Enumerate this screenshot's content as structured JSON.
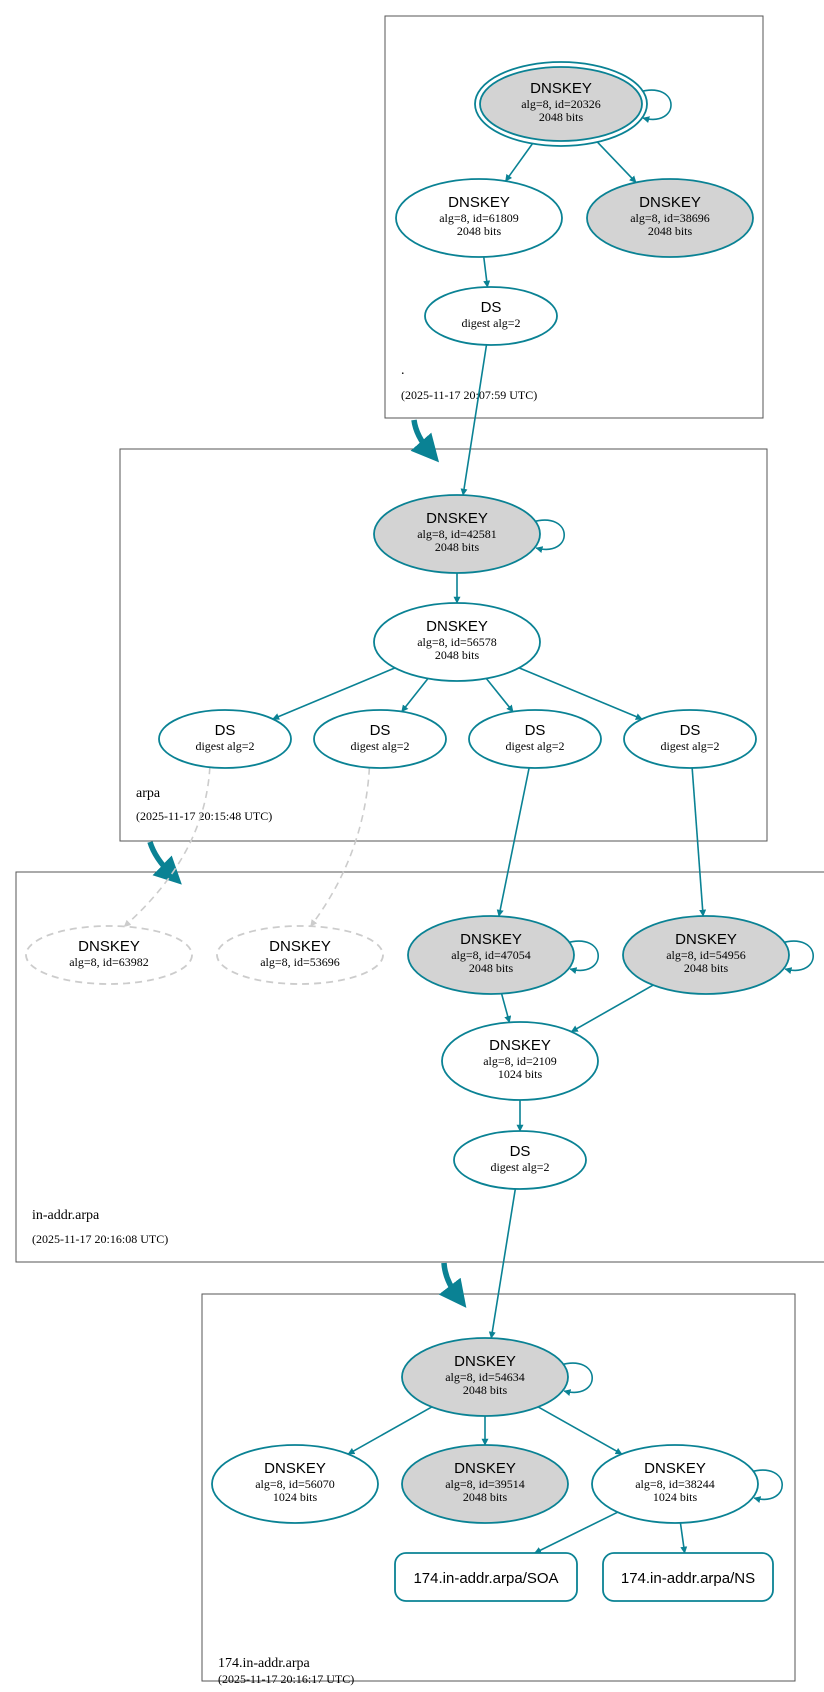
{
  "colors": {
    "secure_edge": "#0a8294",
    "insecure_edge": "#cccccc",
    "sep_key_fill": "#d3d3d3",
    "plain_fill": "#ffffff",
    "zone_border": "#555555"
  },
  "zones": [
    {
      "id": "root",
      "name": ".",
      "timestamp": "(2025-11-17 20:07:59 UTC)",
      "nodes": [
        {
          "id": "root_k20326",
          "type": "DNSKEY",
          "title": "DNSKEY",
          "lines": [
            "alg=8, id=20326",
            "2048 bits"
          ],
          "style": "trust-anchor",
          "self_loop": true
        },
        {
          "id": "root_k61809",
          "type": "DNSKEY",
          "title": "DNSKEY",
          "lines": [
            "alg=8, id=61809",
            "2048 bits"
          ],
          "style": "plain",
          "self_loop": false
        },
        {
          "id": "root_k38696",
          "type": "DNSKEY",
          "title": "DNSKEY",
          "lines": [
            "alg=8, id=38696",
            "2048 bits"
          ],
          "style": "sep",
          "self_loop": false
        },
        {
          "id": "root_ds",
          "type": "DS",
          "title": "DS",
          "lines": [
            "digest alg=2"
          ],
          "style": "plain",
          "self_loop": false
        }
      ]
    },
    {
      "id": "arpa",
      "name": "arpa",
      "timestamp": "(2025-11-17 20:15:48 UTC)",
      "nodes": [
        {
          "id": "arpa_k42581",
          "type": "DNSKEY",
          "title": "DNSKEY",
          "lines": [
            "alg=8, id=42581",
            "2048 bits"
          ],
          "style": "sep",
          "self_loop": true
        },
        {
          "id": "arpa_k56578",
          "type": "DNSKEY",
          "title": "DNSKEY",
          "lines": [
            "alg=8, id=56578",
            "2048 bits"
          ],
          "style": "plain",
          "self_loop": false
        },
        {
          "id": "arpa_ds1",
          "type": "DS",
          "title": "DS",
          "lines": [
            "digest alg=2"
          ],
          "style": "plain",
          "self_loop": false
        },
        {
          "id": "arpa_ds2",
          "type": "DS",
          "title": "DS",
          "lines": [
            "digest alg=2"
          ],
          "style": "plain",
          "self_loop": false
        },
        {
          "id": "arpa_ds3",
          "type": "DS",
          "title": "DS",
          "lines": [
            "digest alg=2"
          ],
          "style": "plain",
          "self_loop": false
        },
        {
          "id": "arpa_ds4",
          "type": "DS",
          "title": "DS",
          "lines": [
            "digest alg=2"
          ],
          "style": "plain",
          "self_loop": false
        }
      ]
    },
    {
      "id": "inaddr",
      "name": "in-addr.arpa",
      "timestamp": "(2025-11-17 20:16:08 UTC)",
      "nodes": [
        {
          "id": "ia_k63982",
          "type": "DNSKEY",
          "title": "DNSKEY",
          "lines": [
            "alg=8, id=63982"
          ],
          "style": "missing",
          "self_loop": false
        },
        {
          "id": "ia_k53696",
          "type": "DNSKEY",
          "title": "DNSKEY",
          "lines": [
            "alg=8, id=53696"
          ],
          "style": "missing",
          "self_loop": false
        },
        {
          "id": "ia_k47054",
          "type": "DNSKEY",
          "title": "DNSKEY",
          "lines": [
            "alg=8, id=47054",
            "2048 bits"
          ],
          "style": "sep",
          "self_loop": true
        },
        {
          "id": "ia_k54956",
          "type": "DNSKEY",
          "title": "DNSKEY",
          "lines": [
            "alg=8, id=54956",
            "2048 bits"
          ],
          "style": "sep",
          "self_loop": true
        },
        {
          "id": "ia_k2109",
          "type": "DNSKEY",
          "title": "DNSKEY",
          "lines": [
            "alg=8, id=2109",
            "1024 bits"
          ],
          "style": "plain",
          "self_loop": false
        },
        {
          "id": "ia_ds",
          "type": "DS",
          "title": "DS",
          "lines": [
            "digest alg=2"
          ],
          "style": "plain",
          "self_loop": false
        }
      ]
    },
    {
      "id": "z174",
      "name": "174.in-addr.arpa",
      "timestamp": "(2025-11-17 20:16:17 UTC)",
      "nodes": [
        {
          "id": "z_k54634",
          "type": "DNSKEY",
          "title": "DNSKEY",
          "lines": [
            "alg=8, id=54634",
            "2048 bits"
          ],
          "style": "sep",
          "self_loop": true
        },
        {
          "id": "z_k56070",
          "type": "DNSKEY",
          "title": "DNSKEY",
          "lines": [
            "alg=8, id=56070",
            "1024 bits"
          ],
          "style": "plain",
          "self_loop": false
        },
        {
          "id": "z_k39514",
          "type": "DNSKEY",
          "title": "DNSKEY",
          "lines": [
            "alg=8, id=39514",
            "2048 bits"
          ],
          "style": "sep",
          "self_loop": false
        },
        {
          "id": "z_k38244",
          "type": "DNSKEY",
          "title": "DNSKEY",
          "lines": [
            "alg=8, id=38244",
            "1024 bits"
          ],
          "style": "plain",
          "self_loop": true
        },
        {
          "id": "z_soa",
          "type": "RRset",
          "title": "174.in-addr.arpa/SOA",
          "lines": [],
          "style": "rrset",
          "self_loop": false
        },
        {
          "id": "z_ns",
          "type": "RRset",
          "title": "174.in-addr.arpa/NS",
          "lines": [],
          "style": "rrset",
          "self_loop": false
        }
      ]
    }
  ],
  "edges": [
    {
      "from": "root_k20326",
      "to": "root_k61809",
      "status": "secure"
    },
    {
      "from": "root_k20326",
      "to": "root_k38696",
      "status": "secure"
    },
    {
      "from": "root_k61809",
      "to": "root_ds",
      "status": "secure"
    },
    {
      "from": "root_ds",
      "to": "arpa_k42581",
      "status": "secure"
    },
    {
      "from": "arpa_k42581",
      "to": "arpa_k56578",
      "status": "secure"
    },
    {
      "from": "arpa_k56578",
      "to": "arpa_ds1",
      "status": "secure"
    },
    {
      "from": "arpa_k56578",
      "to": "arpa_ds2",
      "status": "secure"
    },
    {
      "from": "arpa_k56578",
      "to": "arpa_ds3",
      "status": "secure"
    },
    {
      "from": "arpa_k56578",
      "to": "arpa_ds4",
      "status": "secure"
    },
    {
      "from": "arpa_ds1",
      "to": "ia_k63982",
      "status": "insecure"
    },
    {
      "from": "arpa_ds2",
      "to": "ia_k53696",
      "status": "insecure"
    },
    {
      "from": "arpa_ds3",
      "to": "ia_k47054",
      "status": "secure"
    },
    {
      "from": "arpa_ds4",
      "to": "ia_k54956",
      "status": "secure"
    },
    {
      "from": "ia_k47054",
      "to": "ia_k2109",
      "status": "secure"
    },
    {
      "from": "ia_k54956",
      "to": "ia_k2109",
      "status": "secure"
    },
    {
      "from": "ia_k2109",
      "to": "ia_ds",
      "status": "secure"
    },
    {
      "from": "ia_ds",
      "to": "z_k54634",
      "status": "secure"
    },
    {
      "from": "z_k54634",
      "to": "z_k56070",
      "status": "secure"
    },
    {
      "from": "z_k54634",
      "to": "z_k39514",
      "status": "secure"
    },
    {
      "from": "z_k54634",
      "to": "z_k38244",
      "status": "secure"
    },
    {
      "from": "z_k38244",
      "to": "z_soa",
      "status": "secure"
    },
    {
      "from": "z_k38244",
      "to": "z_ns",
      "status": "secure"
    }
  ],
  "delegations": [
    {
      "from": "root",
      "to": "arpa",
      "status": "secure"
    },
    {
      "from": "arpa",
      "to": "inaddr",
      "status": "secure"
    },
    {
      "from": "inaddr",
      "to": "z174",
      "status": "secure"
    }
  ]
}
